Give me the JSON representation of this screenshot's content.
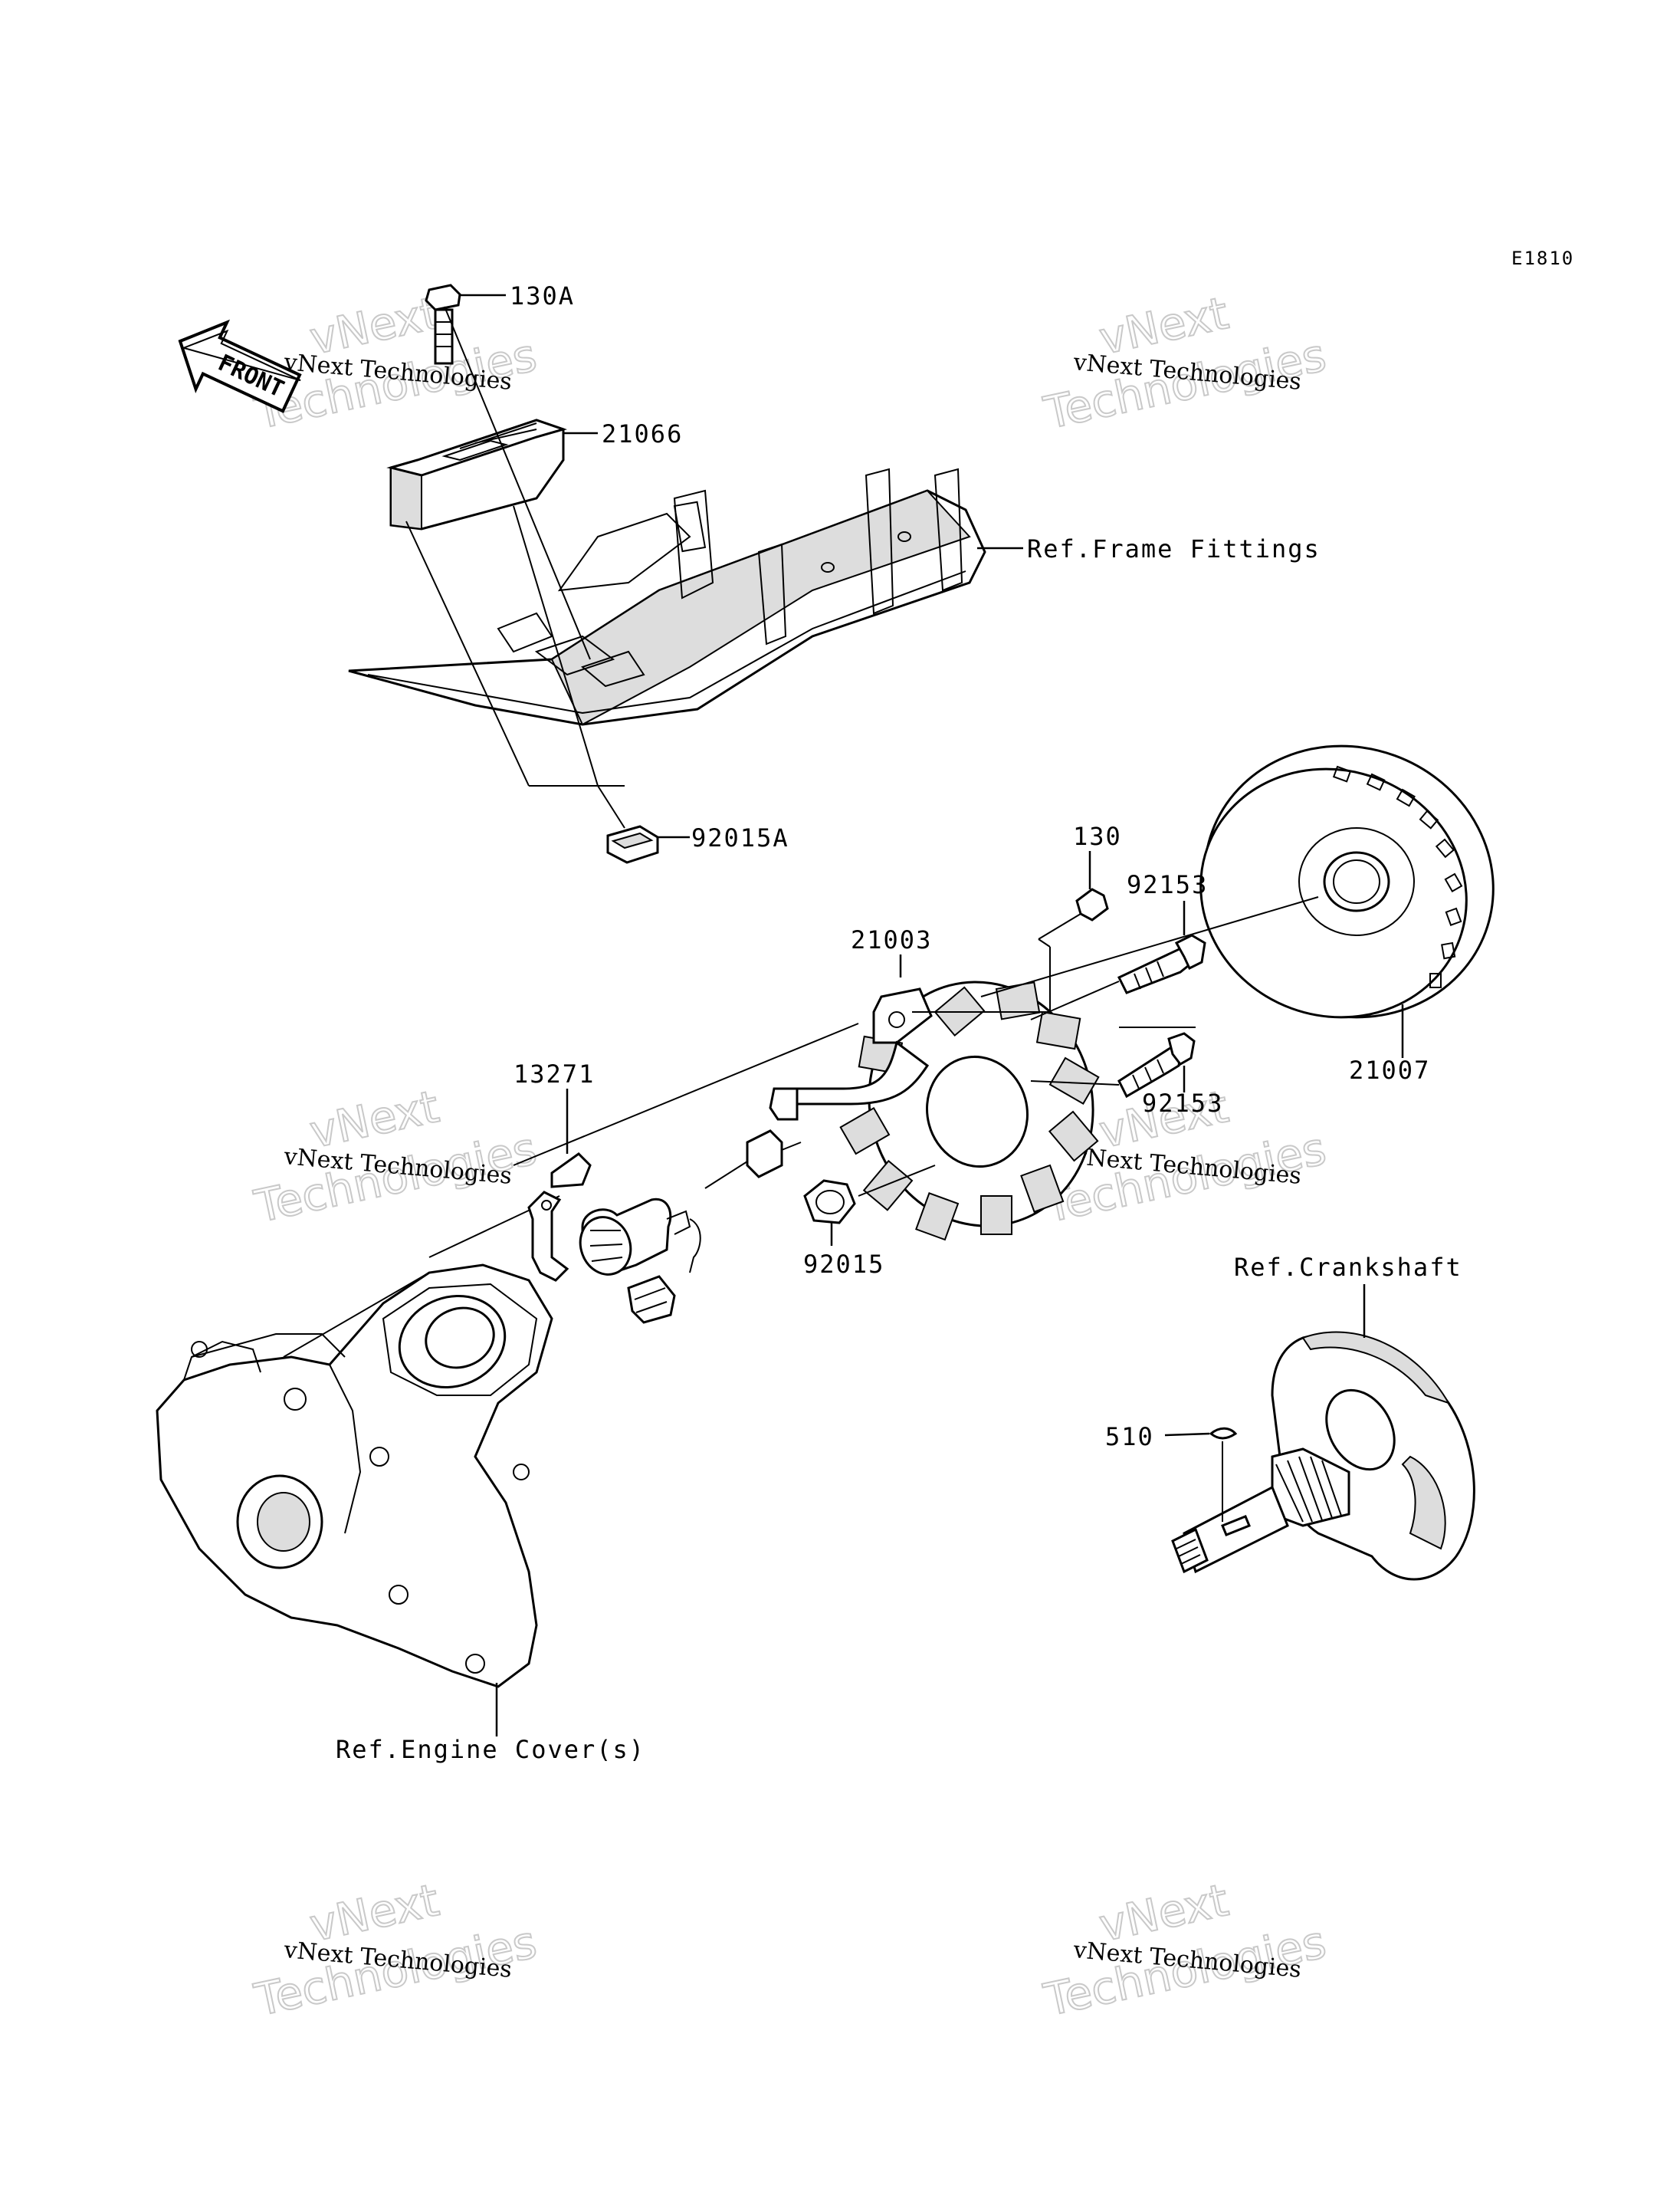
{
  "diagram_code": "E1810",
  "front_arrow_text": "FRONT",
  "part_labels": {
    "p130A": "130A",
    "p21066": "21066",
    "ref_frame": "Ref.Frame Fittings",
    "p92015A": "92015A",
    "p130": "130",
    "p92153a": "92153",
    "p21003": "21003",
    "p21007": "21007",
    "p92153b": "92153",
    "p13271": "13271",
    "p92015": "92015",
    "ref_crankshaft": "Ref.Crankshaft",
    "p510": "510",
    "ref_engine_cover": "Ref.Engine Cover(s)"
  },
  "watermark": {
    "line1": "vNext",
    "line2": "Technologies",
    "small": "vNext Technologies"
  }
}
